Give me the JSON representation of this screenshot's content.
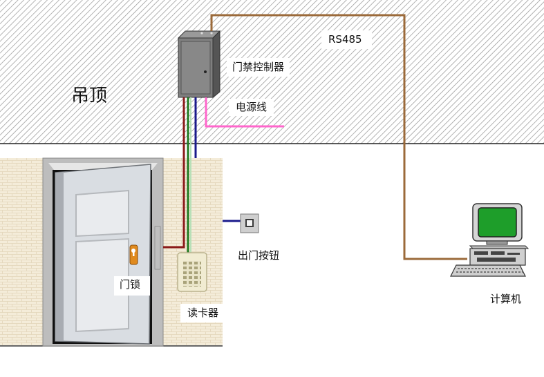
{
  "labels": {
    "ceiling": "吊顶",
    "controller": "门禁控制器",
    "rs485": "RS485",
    "power_line": "电源线",
    "exit_button": "出门按钮",
    "door_lock": "门锁",
    "card_reader": "读卡器",
    "computer": "计算机"
  },
  "colors": {
    "rs485_wire": "#9b6a3a",
    "power_wire": "#ff66cc",
    "red_wire": "#8b1a1a",
    "green_wire": "#1f7a1f",
    "blue_wire": "#1a1a8b",
    "screen": "#1e9e2a",
    "lock": "#e08a1e"
  }
}
